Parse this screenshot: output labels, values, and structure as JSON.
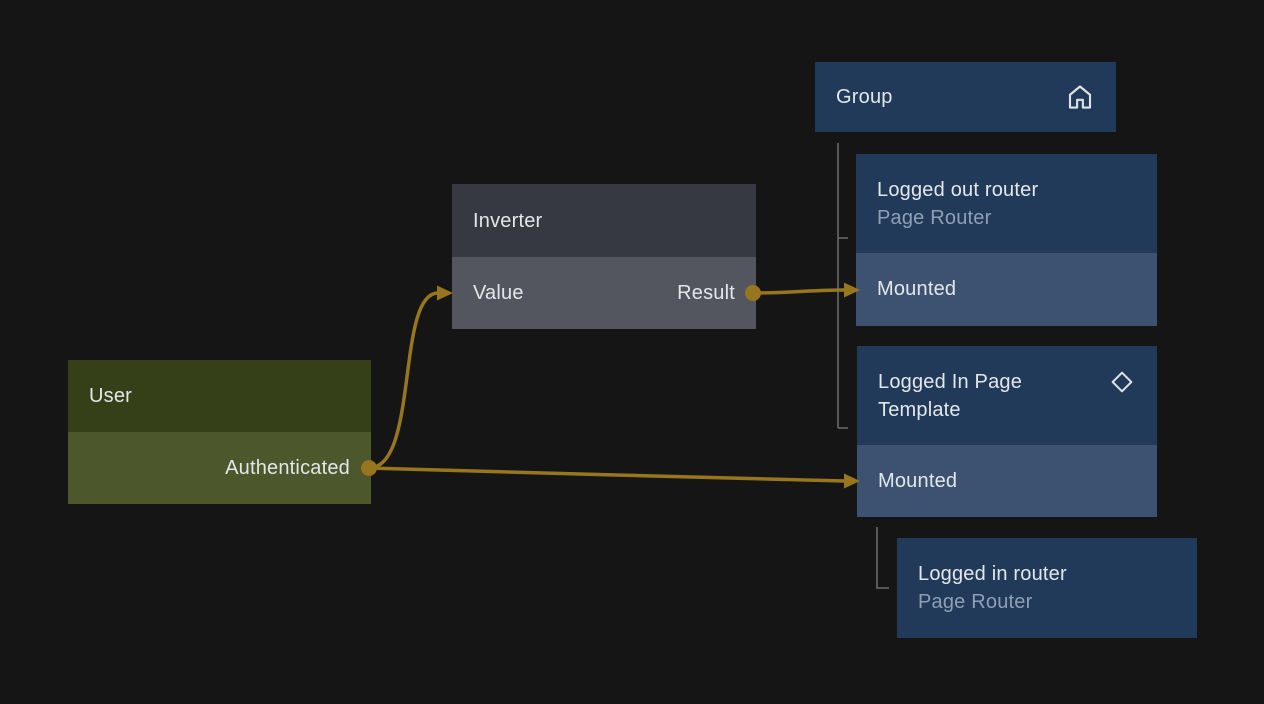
{
  "canvas": {
    "background": "#151515"
  },
  "colors": {
    "wire": "#97761d",
    "tree_connector": "#5f5f5f",
    "blue_node_header": "#223a59",
    "blue_node_port_row": "#3c5270",
    "gray_node_header": "#363941",
    "gray_node_port_row": "#53565f",
    "green_node_header": "#354019",
    "green_node_port_row": "#4c582c",
    "title_text": "#e4e7ea",
    "subtitle_text": "#8da0b5"
  },
  "nodes": {
    "user": {
      "title": "User",
      "ports": {
        "output": "Authenticated"
      }
    },
    "inverter": {
      "title": "Inverter",
      "ports": {
        "input": "Value",
        "output": "Result"
      }
    },
    "group": {
      "title": "Group",
      "icon": "home-icon"
    },
    "logged_out_router": {
      "title": "Logged out router",
      "subtitle": "Page Router",
      "ports": {
        "input": "Mounted"
      }
    },
    "logged_in_page_template": {
      "title": "Logged In Page Template",
      "icon": "diamond-icon",
      "ports": {
        "input": "Mounted"
      }
    },
    "logged_in_router": {
      "title": "Logged in router",
      "subtitle": "Page Router"
    }
  },
  "connections": [
    {
      "from": "User.Authenticated",
      "to": "Inverter.Value"
    },
    {
      "from": "User.Authenticated",
      "to": "Logged In Page Template.Mounted"
    },
    {
      "from": "Inverter.Result",
      "to": "Logged out router.Mounted"
    }
  ]
}
